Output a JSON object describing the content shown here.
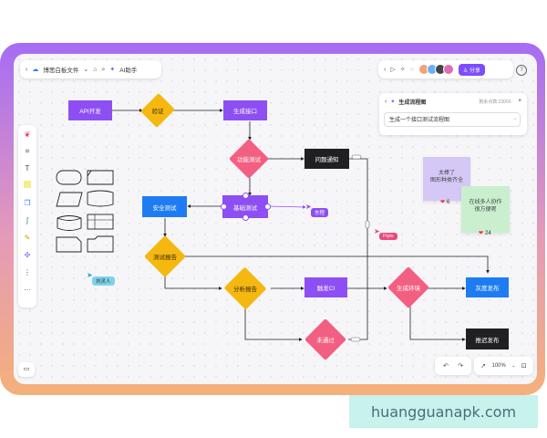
{
  "topbar": {
    "back_icon": "chevron-left-icon",
    "cloud_icon": "cloud-icon",
    "file_name": "博思白板文件",
    "tag_icon": "tag-icon",
    "search_icon": "search-icon",
    "ai_label": "AI助手",
    "share_label": "分享",
    "help_glyph": "?"
  },
  "ai_panel": {
    "title": "生成流程图",
    "credits": "剩余点数:23000",
    "prompt": "生成一个接口测试流程图"
  },
  "nodes": {
    "api_dev": "API开发",
    "verify": "验证",
    "gen_api": "生成接口",
    "func_test": "功能测试",
    "issue_notify": "问题通知",
    "security_test": "安全测试",
    "basic_test": "基础测试",
    "test_report": "测试报告",
    "analysis_report": "分析报告",
    "trigger_ci": "触发CI",
    "generate_env": "生成环境",
    "gray_release": "灰度发布",
    "not_passed": "未通过",
    "delay_release": "推迟发布"
  },
  "cursors": {
    "c1": "东程",
    "c2": "Flyio",
    "c3": "刘灵人"
  },
  "stickies": {
    "s1_text": "太棒了\n图形种类齐全",
    "s1_count": "6",
    "s2_text": "在线多人协作\n很方便呢",
    "s2_count": "24"
  },
  "bottom": {
    "zoom": "100%"
  },
  "watermark": "huangguanapk.com",
  "colors": {
    "accent": "#8d4ff3",
    "blue": "#1e7cf2",
    "yellow": "#f5b811",
    "pink": "#f35f82",
    "dark": "#1f1f24"
  }
}
